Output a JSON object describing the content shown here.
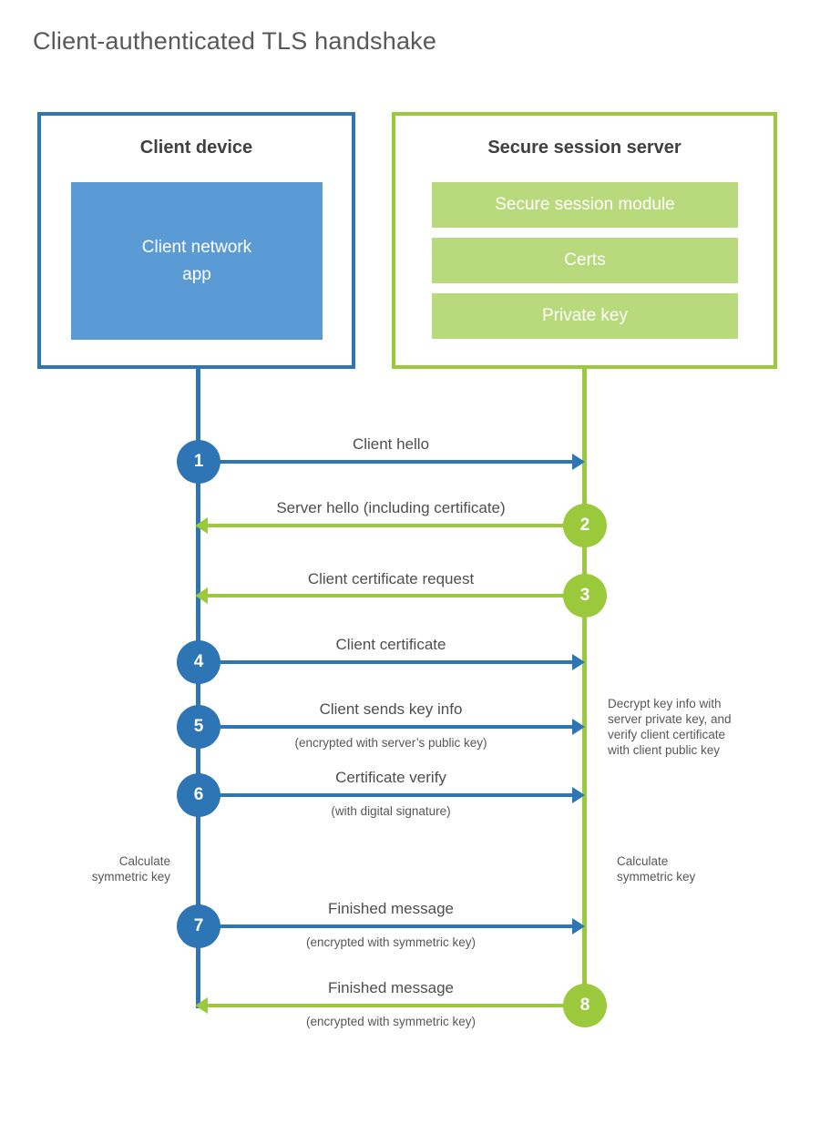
{
  "title": "Client-authenticated TLS handshake",
  "colors": {
    "blue": "#2e75b6",
    "blue_fill": "#5b9bd5",
    "green": "#9aca3c",
    "green_fill": "#b8d97c",
    "text_dark": "#404042",
    "text_gray": "#55575a"
  },
  "client_box": {
    "title": "Client device",
    "app_line1": "Client network",
    "app_line2": "app"
  },
  "server_box": {
    "title": "Secure session server",
    "modules": {
      "0": "Secure session module",
      "1": "Certs",
      "2": "Private key"
    }
  },
  "messages": {
    "0": {
      "num": "1",
      "label": "Client hello",
      "sublabel": ""
    },
    "1": {
      "num": "2",
      "label": "Server hello (including certificate)",
      "sublabel": ""
    },
    "2": {
      "num": "3",
      "label": "Client certificate request",
      "sublabel": ""
    },
    "3": {
      "num": "4",
      "label": "Client certificate",
      "sublabel": ""
    },
    "4": {
      "num": "5",
      "label": "Client sends key info",
      "sublabel": "(encrypted with server’s public key)"
    },
    "5": {
      "num": "6",
      "label": "Certificate verify",
      "sublabel": "(with digital signature)"
    },
    "6": {
      "num": "7",
      "label": "Finished message",
      "sublabel": "(encrypted with symmetric key)"
    },
    "7": {
      "num": "8",
      "label": "Finished message",
      "sublabel": "(encrypted with symmetric key)"
    }
  },
  "notes": {
    "decrypt_line1": "Decrypt key info with",
    "decrypt_line2": "server private key, and",
    "decrypt_line3": "verify client certificate",
    "decrypt_line4": "with client public key",
    "calc_line1": "Calculate",
    "calc_line2": "symmetric key"
  }
}
